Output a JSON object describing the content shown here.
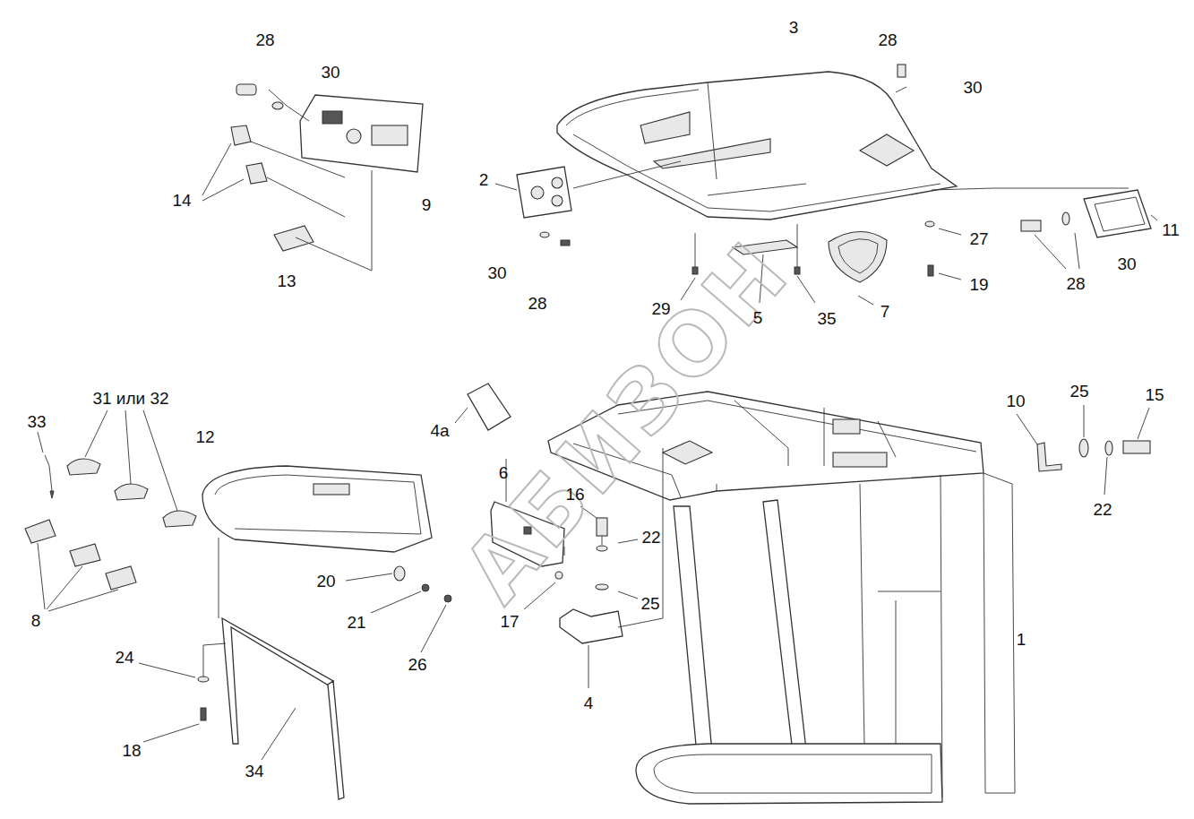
{
  "diagram": {
    "labels": [
      "28",
      "30",
      "3",
      "28",
      "30",
      "14",
      "9",
      "2",
      "13",
      "30",
      "28",
      "27",
      "11",
      "19",
      "28",
      "30",
      "29",
      "5",
      "35",
      "7",
      "31 или 32",
      "33",
      "12",
      "4а",
      "6",
      "10",
      "25",
      "15",
      "16",
      "22",
      "22",
      "20",
      "21",
      "26",
      "17",
      "25",
      "8",
      "24",
      "18",
      "34",
      "4",
      "1",
      "АБИЗОН"
    ]
  }
}
